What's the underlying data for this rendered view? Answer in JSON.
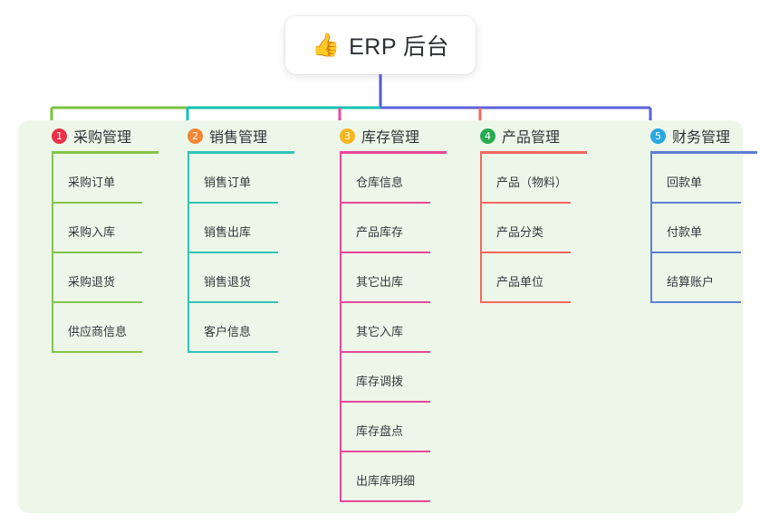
{
  "title": {
    "icon": "thumbs-up-emoji",
    "emoji": "👍",
    "text": "ERP 后台"
  },
  "theme": {
    "page_background": "#ffffff",
    "panel_background": "#edf7e9",
    "card_background": "#ffffff",
    "text_color": "#2f3337"
  },
  "connectors": {
    "trunk_color": "#4f5bd5",
    "segments": [
      {
        "name": "seg-1",
        "color": "#7cc242"
      },
      {
        "name": "seg-2",
        "color": "#13c2b2"
      },
      {
        "name": "seg-3",
        "color": "#5b61d8"
      },
      {
        "name": "seg-4",
        "color": "#5b61d8"
      }
    ],
    "drops": [
      {
        "name": "drop-1",
        "color": "#7cc242"
      },
      {
        "name": "drop-2",
        "color": "#13c2b2"
      },
      {
        "name": "drop-3",
        "color": "#e8469a"
      },
      {
        "name": "drop-4",
        "color": "#f5675f"
      },
      {
        "name": "drop-5",
        "color": "#5b61d8"
      }
    ]
  },
  "columns": [
    {
      "number": "1",
      "title": "采购管理",
      "badge_color": "#e8334a",
      "line_color": "#84c44b",
      "items": [
        "采购订单",
        "采购入库",
        "采购退货",
        "供应商信息"
      ]
    },
    {
      "number": "2",
      "title": "销售管理",
      "badge_color": "#f58634",
      "line_color": "#2ec4b6",
      "items": [
        "销售订单",
        "销售出库",
        "销售退货",
        "客户信息"
      ]
    },
    {
      "number": "3",
      "title": "库存管理",
      "badge_color": "#f5b721",
      "line_color": "#e8469a",
      "items": [
        "仓库信息",
        "产品库存",
        "其它出库",
        "其它入库",
        "库存调拨",
        "库存盘点",
        "出库库明细"
      ]
    },
    {
      "number": "4",
      "title": "产品管理",
      "badge_color": "#27ab50",
      "line_color": "#f5675f",
      "items": [
        "产品（物料）",
        "产品分类",
        "产品单位"
      ]
    },
    {
      "number": "5",
      "title": "财务管理",
      "badge_color": "#29a7e1",
      "line_color": "#5b7fd4",
      "items": [
        "回款单",
        "付款单",
        "结算账户"
      ]
    }
  ]
}
